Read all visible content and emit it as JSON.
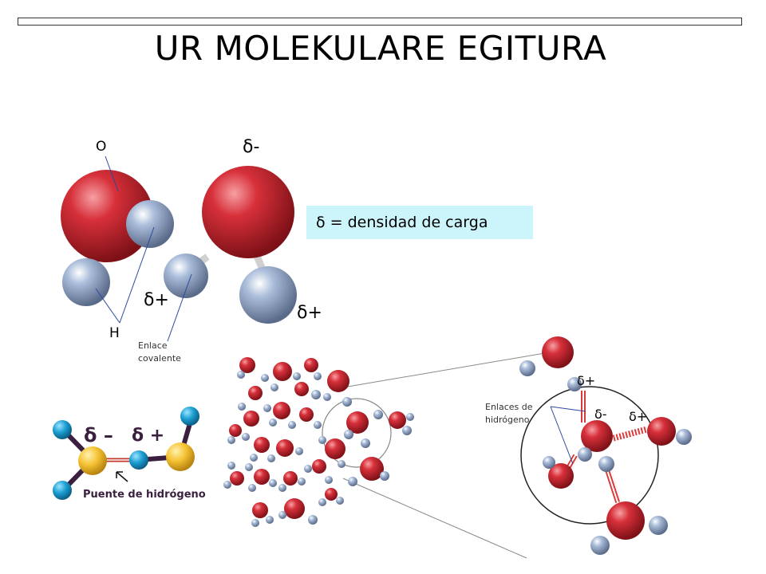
{
  "title": "UR MOLEKULARE EGITURA",
  "labels": {
    "oxygen": "O",
    "hydrogen": "H",
    "delta_minus_top": "δ-",
    "delta_plus_left": "δ+",
    "delta_plus_right": "δ+",
    "covalent_bond": "Enlace covalente",
    "legend": "δ = densidad de carga",
    "hydrogen_bonds": "Enlaces de hidrógeno",
    "zoom_delta_plus_top": "δ+",
    "zoom_delta_minus": "δ-",
    "zoom_delta_plus_right": "δ+",
    "bridge_delta_minus": "δ –",
    "bridge_delta_plus": "δ +",
    "bridge_caption": "Puente de hidrógeno"
  },
  "colors": {
    "oxygen": "#d7303a",
    "hydrogen": "#a9bcd9",
    "legend_bg": "#ccf5fb",
    "bridge_blue": "#1a9fd2",
    "bridge_yellow": "#f5c233",
    "hbond": "#d93a3a"
  }
}
